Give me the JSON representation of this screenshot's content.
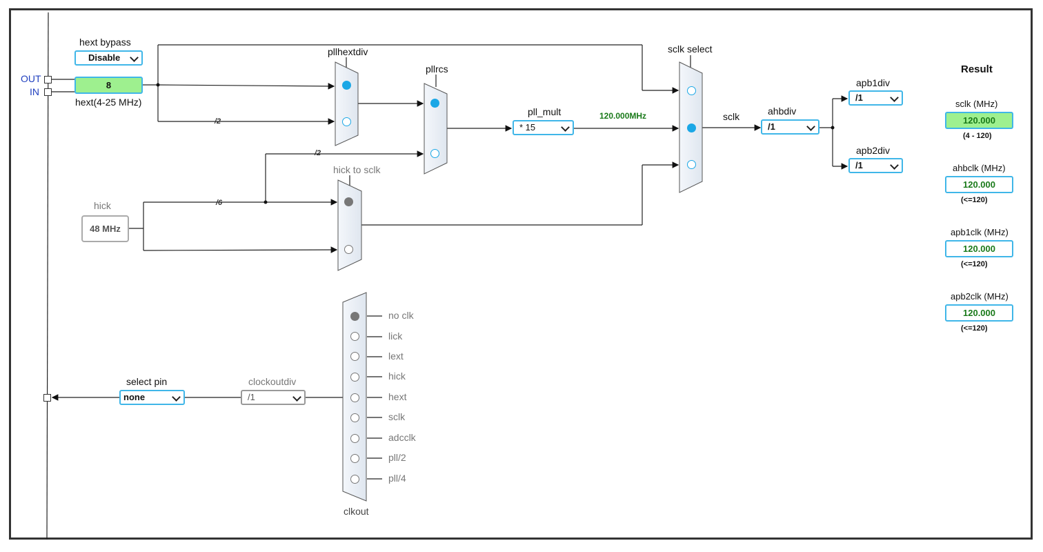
{
  "io": {
    "out_label": "OUT",
    "in_label": "IN"
  },
  "hext": {
    "bypass_label": "hext bypass",
    "bypass_value": "Disable",
    "value": "8",
    "range_label": "hext(4-25 MHz)"
  },
  "pllhextdiv": {
    "label": "pllhextdiv",
    "div2_label": "/2"
  },
  "pllrcs": {
    "label": "pllrcs",
    "div2_label": "/2"
  },
  "pll_mult": {
    "label": "pll_mult",
    "value": "* 15",
    "freq": "120.000MHz"
  },
  "hick": {
    "label": "hick",
    "value": "48 MHz",
    "div6_label": "/6",
    "to_sclk_label": "hick to sclk"
  },
  "sclk_select": {
    "label": "sclk select",
    "out_label": "sclk"
  },
  "ahbdiv": {
    "label": "ahbdiv",
    "value": "/1"
  },
  "apb1div": {
    "label": "apb1div",
    "value": "/1"
  },
  "apb2div": {
    "label": "apb2div",
    "value": "/1"
  },
  "result": {
    "title": "Result",
    "items": [
      {
        "label": "sclk (MHz)",
        "value": "120.000",
        "range": "(4 - 120)"
      },
      {
        "label": "ahbclk (MHz)",
        "value": "120.000",
        "range": "(<=120)"
      },
      {
        "label": "apb1clk (MHz)",
        "value": "120.000",
        "range": "(<=120)"
      },
      {
        "label": "apb2clk (MHz)",
        "value": "120.000",
        "range": "(<=120)"
      }
    ]
  },
  "clkout": {
    "label": "clkout",
    "select_pin_label": "select pin",
    "select_pin_value": "none",
    "clockoutdiv_label": "clockoutdiv",
    "clockoutdiv_value": "/1",
    "options": [
      "no clk",
      "lick",
      "lext",
      "hick",
      "hext",
      "sclk",
      "adcclk",
      "pll/2",
      "pll/4"
    ]
  },
  "colors": {
    "accent": "#1aa7e6",
    "active_green": "#9ef08f",
    "freq_green": "#1a7a1a"
  }
}
